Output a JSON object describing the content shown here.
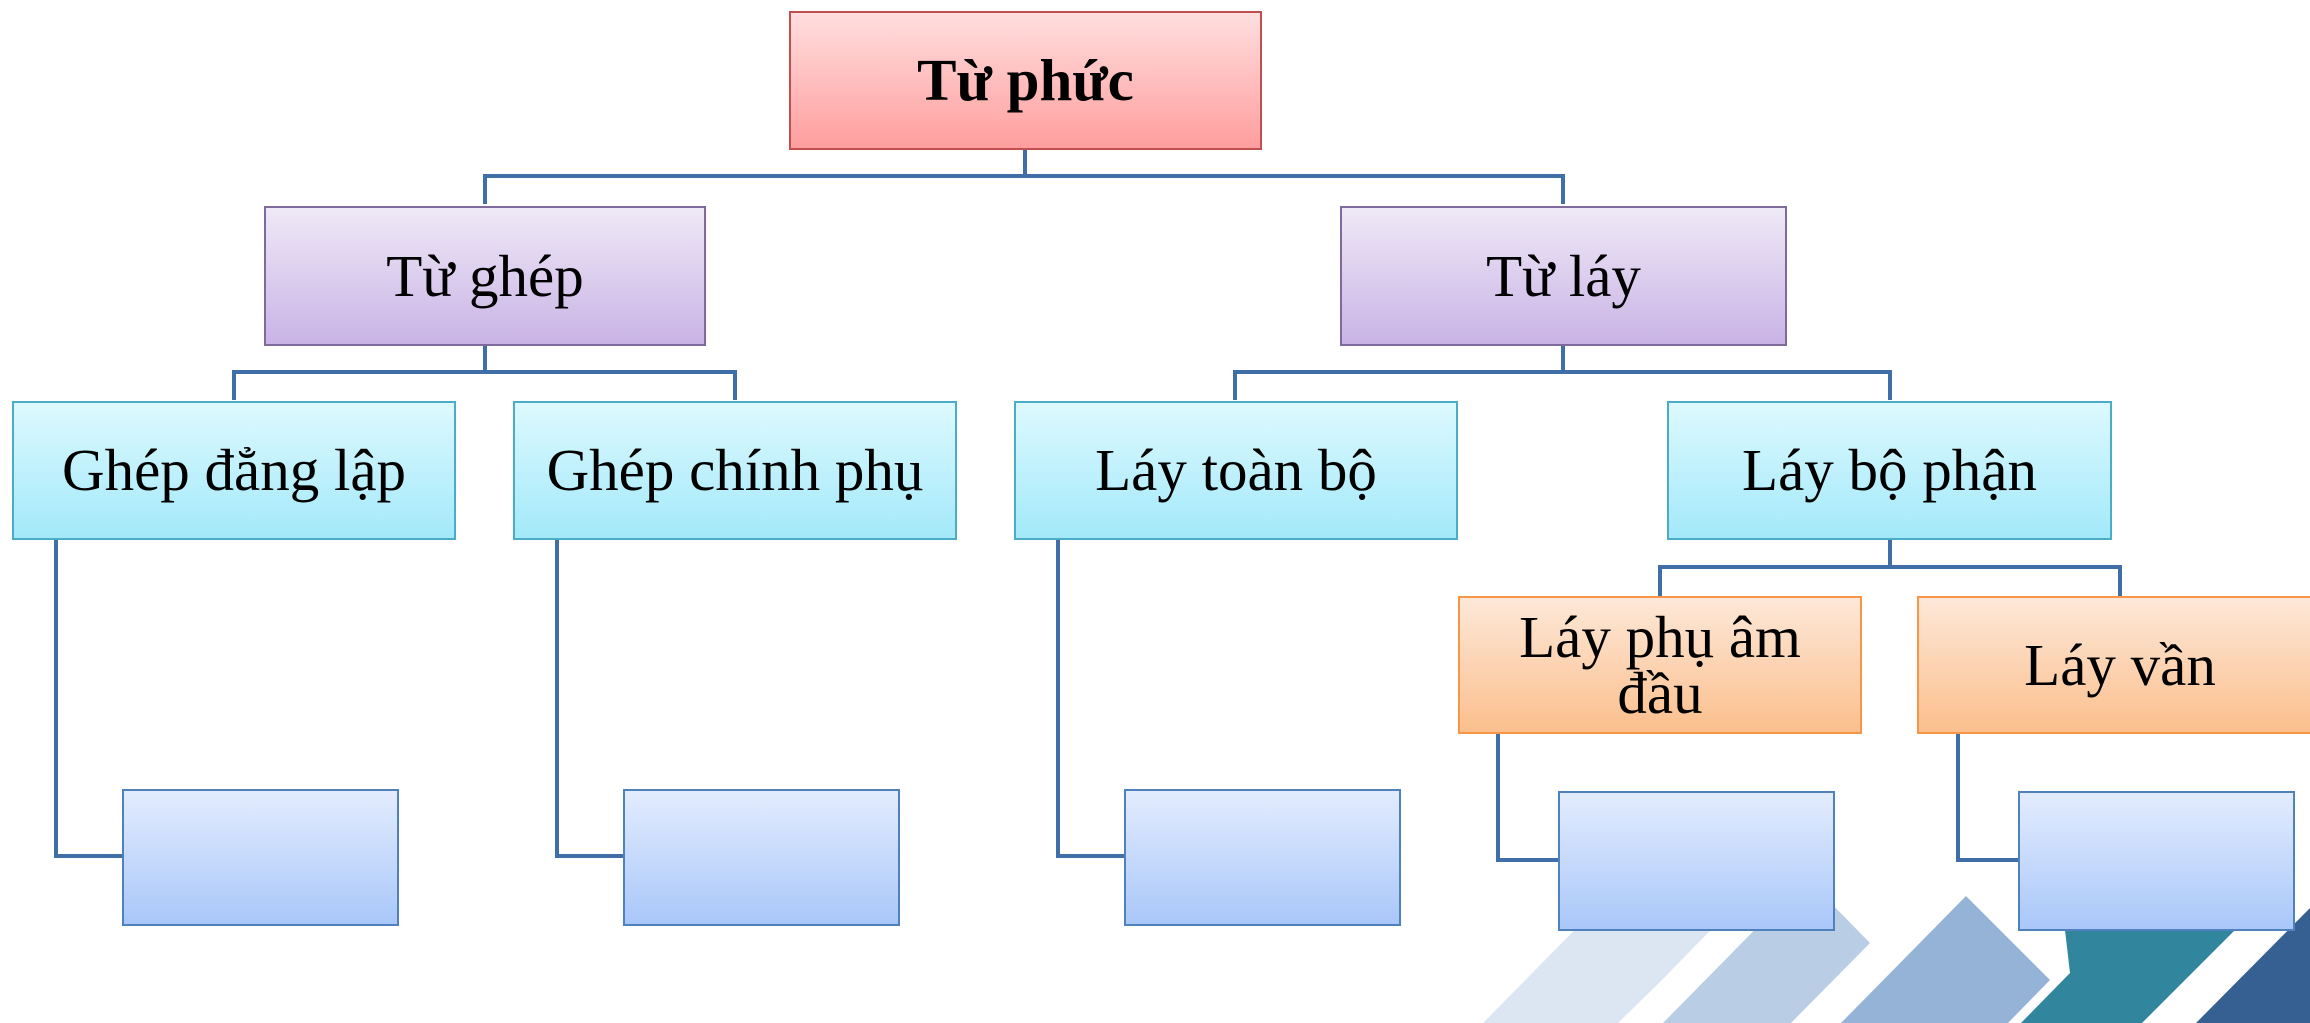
{
  "root": {
    "label": "Từ phức"
  },
  "level1": {
    "left": {
      "label": "Từ ghép"
    },
    "right": {
      "label": "Từ láy"
    }
  },
  "level2": {
    "ghep_dang_lap": {
      "label": "Ghép đẳng lập"
    },
    "ghep_chinh_phu": {
      "label": "Ghép chính phụ"
    },
    "lay_toan_bo": {
      "label": "Láy toàn bộ"
    },
    "lay_bo_phan": {
      "label": "Láy bộ phận"
    }
  },
  "level3": {
    "lay_phu_am_dau": {
      "label": "Láy phụ âm\nđầu"
    },
    "lay_van": {
      "label": "Láy vần"
    }
  },
  "colors": {
    "connector": "#3f6fa6",
    "root_fill": "#ffb3b3",
    "level1_fill": "#d9c9ee",
    "level2_fill": "#bdf0fb",
    "level3_fill": "#fcd1ad",
    "leaf_fill": "#c3d8fb",
    "decor": [
      "#dce6f2",
      "#b9cde5",
      "#95b3d7",
      "#31859c",
      "#366092"
    ]
  }
}
